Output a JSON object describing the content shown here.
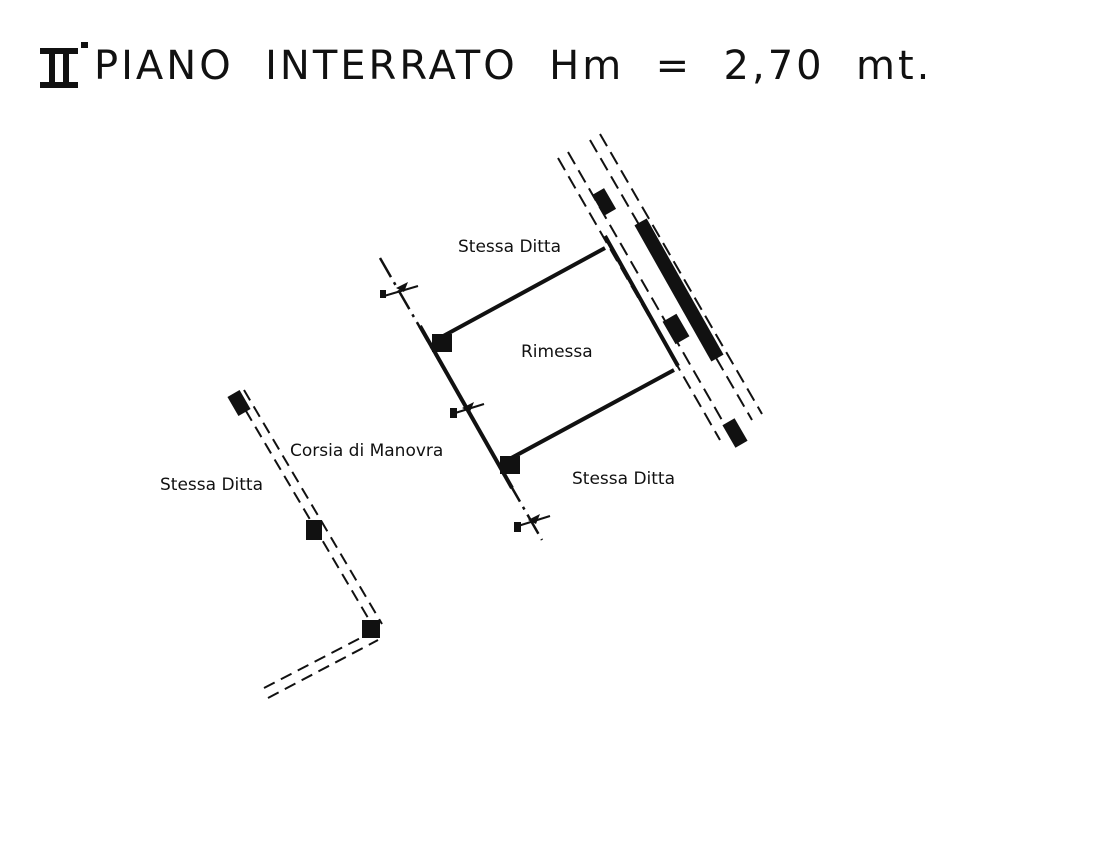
{
  "title": {
    "level_roman": "II",
    "text": "PIANO  INTERRATO  Hm  =  2,70  mt."
  },
  "labels": {
    "top_neighbor": "Stessa Ditta",
    "room": "Rimessa",
    "corridor": "Corsia di Manovra",
    "bottom_neighbor": "Stessa Ditta",
    "left_neighbor": "Stessa Ditta"
  },
  "colors": {
    "ink": "#111111",
    "paper": "#ffffff"
  }
}
